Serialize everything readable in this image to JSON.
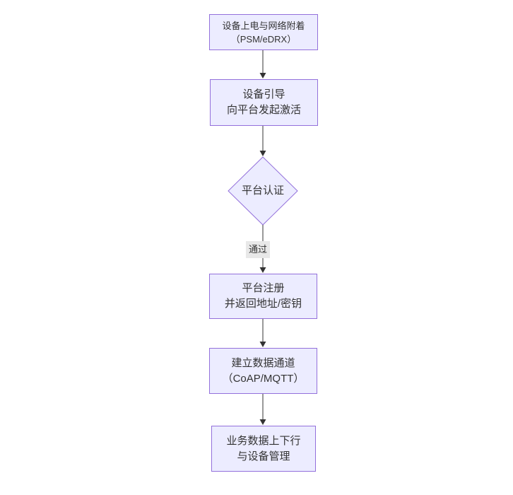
{
  "diagram": {
    "type": "flowchart",
    "direction": "top-down",
    "colors": {
      "background": "#ffffff",
      "node_fill": "#ECECFF",
      "node_border": "#9370DB",
      "text": "#333333",
      "arrow": "#333333",
      "edge_label_bg": "#e8e8e8"
    },
    "nodes": [
      {
        "id": "power-attach",
        "shape": "rect",
        "line1": "设备上电与网络附着",
        "line2": "（PSM/eDRX）"
      },
      {
        "id": "bootstrap",
        "shape": "rect",
        "line1": "设备引导",
        "line2": "向平台发起激活"
      },
      {
        "id": "auth",
        "shape": "diamond",
        "label": "平台认证"
      },
      {
        "id": "register",
        "shape": "rect",
        "line1": "平台注册",
        "line2": "并返回地址/密钥"
      },
      {
        "id": "channel",
        "shape": "rect",
        "line1": "建立数据通道",
        "line2": "（CoAP/MQTT）"
      },
      {
        "id": "business",
        "shape": "rect",
        "line1": "业务数据上下行",
        "line2": "与设备管理"
      }
    ],
    "edges": [
      {
        "from": "power-attach",
        "to": "bootstrap",
        "label": ""
      },
      {
        "from": "bootstrap",
        "to": "auth",
        "label": ""
      },
      {
        "from": "auth",
        "to": "register",
        "label": "通过"
      },
      {
        "from": "register",
        "to": "channel",
        "label": ""
      },
      {
        "from": "channel",
        "to": "business",
        "label": ""
      }
    ]
  }
}
